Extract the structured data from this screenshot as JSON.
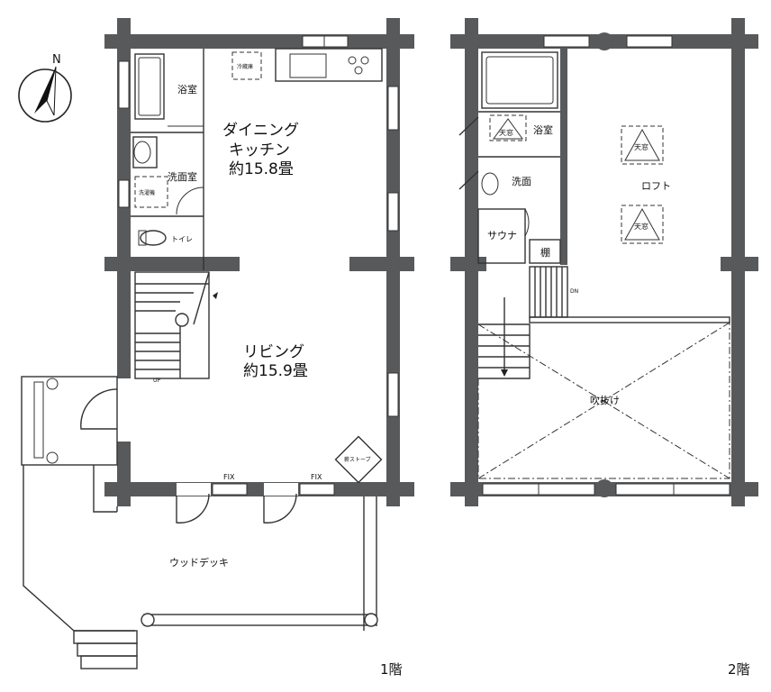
{
  "floor1": {
    "caption": "1階",
    "compass": "N",
    "rooms": {
      "bath": "浴室",
      "dining_line1": "ダイニング",
      "dining_line2": "キッチン",
      "dining_line3": "約15.8畳",
      "washroom": "洗面室",
      "washer": "洗濯機",
      "fridge": "冷蔵庫",
      "toilet": "トイレ",
      "living_line1": "リビング",
      "living_line2": "約15.9畳",
      "stove": "薪ストーブ",
      "deck": "ウッドデッキ",
      "up": "UP",
      "fix_left": "FIX",
      "fix_right": "FIX"
    }
  },
  "floor2": {
    "caption": "2階",
    "rooms": {
      "bath": "浴室",
      "skylight_small": "天窓",
      "washbasin": "洗面",
      "sauna": "サウナ",
      "shelf": "棚",
      "loft": "ロフト",
      "skylight_a": "天窓",
      "skylight_b": "天窓",
      "void": "吹抜け",
      "dn": "DN"
    }
  }
}
